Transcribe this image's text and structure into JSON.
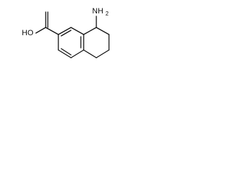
{
  "molecule": {
    "labels": {
      "amino": "NH2",
      "amino_main": "NH",
      "amino_sub": "2",
      "hydroxyl": "HO"
    },
    "colors": {
      "line": "#111111",
      "background": "#ffffff"
    }
  }
}
